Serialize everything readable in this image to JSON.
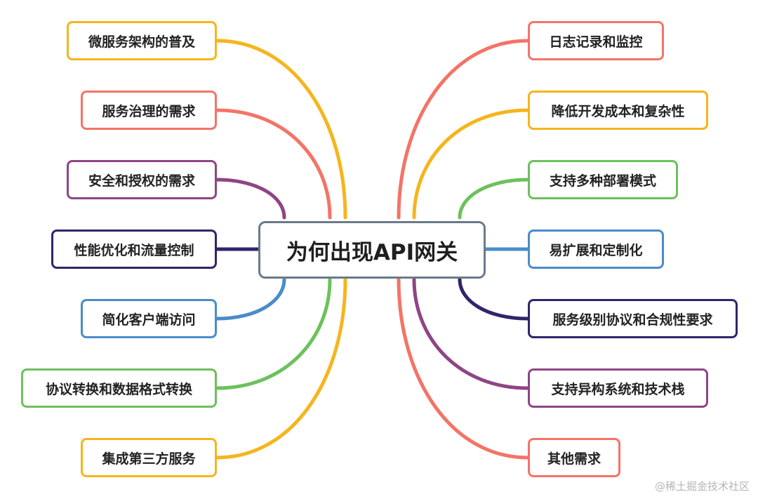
{
  "center": {
    "label": "为何出现API网关"
  },
  "left_nodes": [
    {
      "label": "微服务架构的普及",
      "color": "#f6b51d"
    },
    {
      "label": "服务治理的需求",
      "color": "#f37467"
    },
    {
      "label": "安全和授权的需求",
      "color": "#8e4585"
    },
    {
      "label": "性能优化和流量控制",
      "color": "#33236b"
    },
    {
      "label": "简化客户端访问",
      "color": "#4a8ccb"
    },
    {
      "label": "协议转换和数据格式转换",
      "color": "#6cc15b"
    },
    {
      "label": "集成第三方服务",
      "color": "#f6b51d"
    }
  ],
  "right_nodes": [
    {
      "label": "日志记录和监控",
      "color": "#f37467"
    },
    {
      "label": "降低开发成本和复杂性",
      "color": "#f6b51d"
    },
    {
      "label": "支持多种部署模式",
      "color": "#6cc15b"
    },
    {
      "label": "易扩展和定制化",
      "color": "#4a8ccb"
    },
    {
      "label": "服务级别协议和合规性要求",
      "color": "#33236b"
    },
    {
      "label": "支持异构系统和技术栈",
      "color": "#8e4585"
    },
    {
      "label": "其他需求",
      "color": "#f37467"
    }
  ],
  "center_border_color": "#6b7a8a",
  "watermark": "@稀土掘金技术社区"
}
